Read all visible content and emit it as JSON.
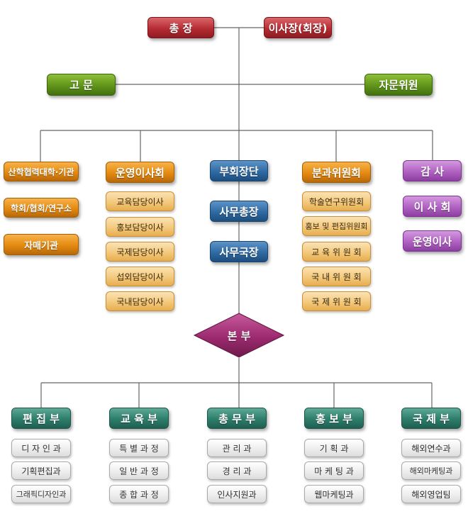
{
  "top": {
    "president": "총  장",
    "chairman": "이사장(회장)"
  },
  "advisors": {
    "left": "고  문",
    "right": "자문위원"
  },
  "columns": {
    "industry": {
      "title": "산학협력대학·기관",
      "items": [
        "학회/협회/연구소",
        "자매기관"
      ]
    },
    "board": {
      "title": "운영이사회",
      "items": [
        "교육담당이사",
        "홍보담당이사",
        "국제담당이사",
        "섭외담당이사",
        "국내담당이사"
      ]
    },
    "vice": {
      "title": "부회장단",
      "items": [
        "사무총장",
        "사무국장"
      ]
    },
    "committee": {
      "title": "분과위원회",
      "items": [
        "학술연구위원회",
        "홍보 및 편집위원회",
        "교 육 위 원 회",
        "국 내 위 원 회",
        "국 제 위 원 회"
      ]
    },
    "audit": {
      "title": "감  사",
      "items": [
        "이 사 회",
        "운영이사"
      ]
    }
  },
  "hq": "본  부",
  "departments": [
    {
      "title": "편 집 부",
      "items": [
        "디 자 인 과",
        "기획편집과",
        "그래픽디자인과"
      ]
    },
    {
      "title": "교 육 부",
      "items": [
        "특 별 과 정",
        "일 반 과 정",
        "종 합 과 정"
      ]
    },
    {
      "title": "총 무 부",
      "items": [
        "관  리  과",
        "경  리  과",
        "인사지원과"
      ]
    },
    {
      "title": "홍 보 부",
      "items": [
        "기  획  과",
        "마 케 팅 과",
        "웹마케팅과"
      ]
    },
    {
      "title": "국 제 부",
      "items": [
        "해외연수과",
        "해외마케팅과",
        "해외영업팀"
      ]
    }
  ],
  "colors": {
    "red": "#b62c33",
    "green": "#5f9419",
    "orange": "#e48a10",
    "blue": "#2e6aa3",
    "purple": "#b061c2",
    "teal": "#2d7d6b",
    "diamond": "#9c2a6e",
    "line": "#666666"
  }
}
